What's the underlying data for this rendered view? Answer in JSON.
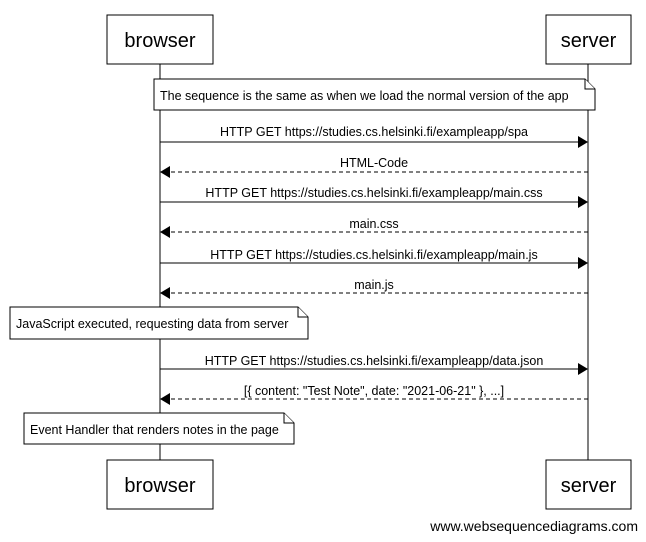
{
  "participants": {
    "browser": "browser",
    "server": "server"
  },
  "notes": [
    "The sequence is the same as when we load the normal version of the app",
    "JavaScript executed, requesting data from server",
    "Event Handler that renders notes in the page"
  ],
  "messages": [
    {
      "text": "HTTP GET https://studies.cs.helsinki.fi/exampleapp/spa",
      "from": "browser",
      "to": "server",
      "style": "solid"
    },
    {
      "text": "HTML-Code",
      "from": "server",
      "to": "browser",
      "style": "dashed"
    },
    {
      "text": "HTTP GET https://studies.cs.helsinki.fi/exampleapp/main.css",
      "from": "browser",
      "to": "server",
      "style": "solid"
    },
    {
      "text": "main.css",
      "from": "server",
      "to": "browser",
      "style": "dashed"
    },
    {
      "text": "HTTP GET https://studies.cs.helsinki.fi/exampleapp/main.js",
      "from": "browser",
      "to": "server",
      "style": "solid"
    },
    {
      "text": "main.js",
      "from": "server",
      "to": "browser",
      "style": "dashed"
    },
    {
      "text": "HTTP GET https://studies.cs.helsinki.fi/exampleapp/data.json",
      "from": "browser",
      "to": "server",
      "style": "solid"
    },
    {
      "text": "[{ content: \"Test Note\", date: \"2021-06-21\" }, ...]",
      "from": "server",
      "to": "browser",
      "style": "dashed"
    }
  ],
  "watermark": "www.websequencediagrams.com"
}
